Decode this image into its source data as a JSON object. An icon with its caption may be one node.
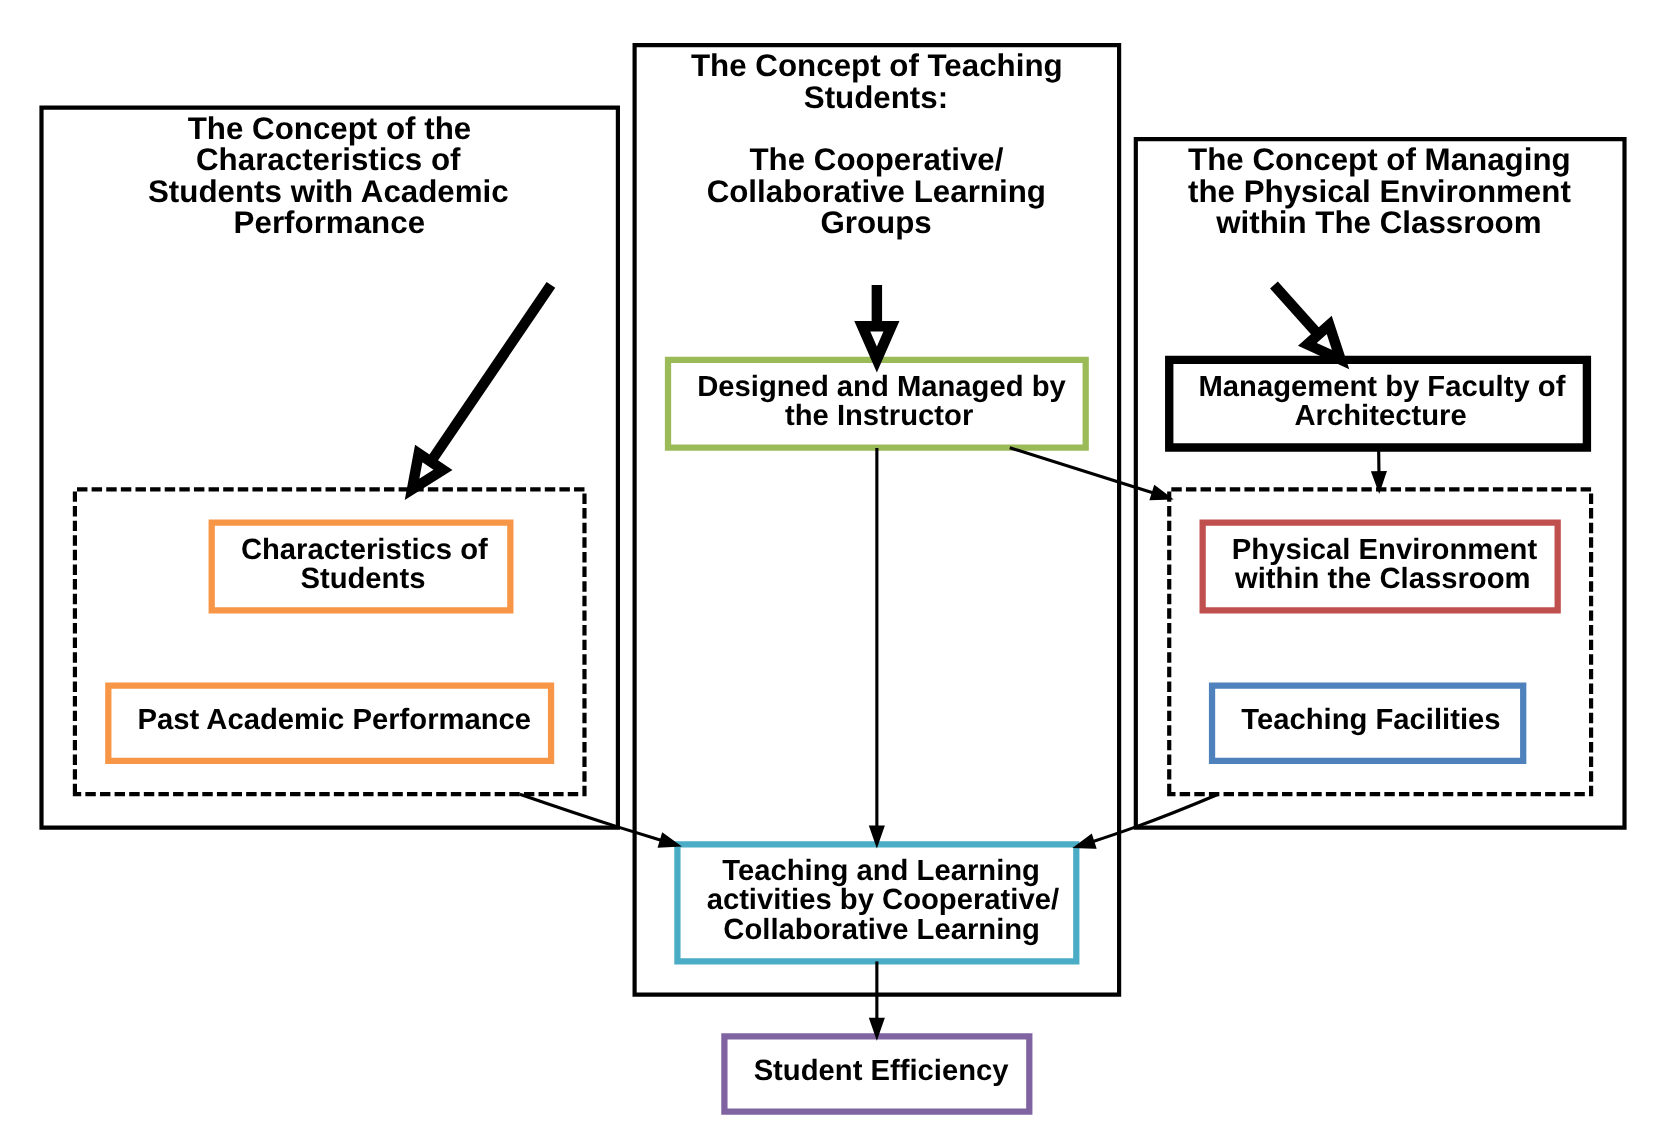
{
  "diagram": {
    "nodes": [
      {
        "text": [
          "The Concept of the Characteristics of Students with Academic Performance"
        ]
      },
      {
        "text": [],
        "shape": "box",
        "in": 0
      },
      {
        "text": [
          "Characteristics of Students"
        ],
        "in": 1
      },
      {
        "text": [
          "Past Academic Performance"
        ],
        "in": 1
      },
      {
        "text": [
          "The Concept of Teaching Students:",
          "The Cooperative/ Collaborative Learning Groups"
        ]
      },
      {
        "text": [
          "Designed and Managed by the Instructor"
        ],
        "in": 4
      },
      {
        "text": [
          "Teaching and Learning activities by Cooperative/ Collaborative Learning"
        ],
        "in": 4
      },
      {
        "text": [
          "The Concept of Managing the Physical Environment within The Classroom"
        ]
      },
      {
        "text": [
          "Management by Faculty of Architecture"
        ],
        "in": 7
      },
      {
        "text": [],
        "shape": "box",
        "in": 7
      },
      {
        "text": [
          "Physical Environment within the Classroom"
        ],
        "in": 9
      },
      {
        "text": [
          "Teaching Facilities"
        ],
        "in": 9
      },
      {
        "text": [
          "Student Efficiency"
        ]
      }
    ],
    "edges": [
      {
        "from": null,
        "to": 1,
        "arrow": "to",
        "style": "thick"
      },
      {
        "from": null,
        "to": 5,
        "arrow": "to",
        "style": "thick"
      },
      {
        "from": null,
        "to": 8,
        "arrow": "to",
        "style": "thick"
      },
      {
        "from": 1,
        "to": 6,
        "arrow": "to"
      },
      {
        "from": 5,
        "to": 6,
        "arrow": "to"
      },
      {
        "from": 5,
        "to": 9,
        "arrow": "to"
      },
      {
        "from": 8,
        "to": 9,
        "arrow": "to"
      },
      {
        "from": 9,
        "to": 6,
        "arrow": "to"
      },
      {
        "from": 6,
        "to": 12,
        "arrow": "to"
      }
    ]
  }
}
